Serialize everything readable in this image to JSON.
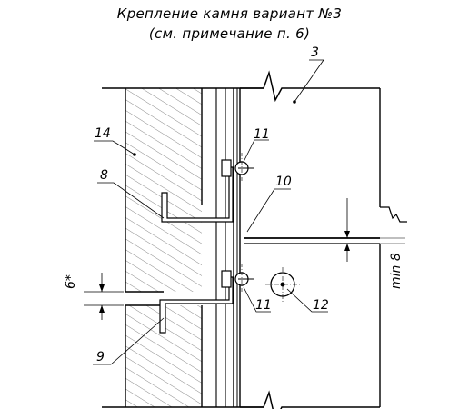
{
  "title": {
    "line1": "Крепление камня вариант №3",
    "line2": "(см. примечание п. 6)"
  },
  "labels": {
    "wall": "3",
    "stone": "14",
    "bracket_upper": "8",
    "bracket_lower": "9",
    "profile": "10",
    "bolt_upper": "11",
    "bolt_lower": "11",
    "anchor": "12",
    "joint_gap": "6*",
    "min_gap": "min 8"
  }
}
